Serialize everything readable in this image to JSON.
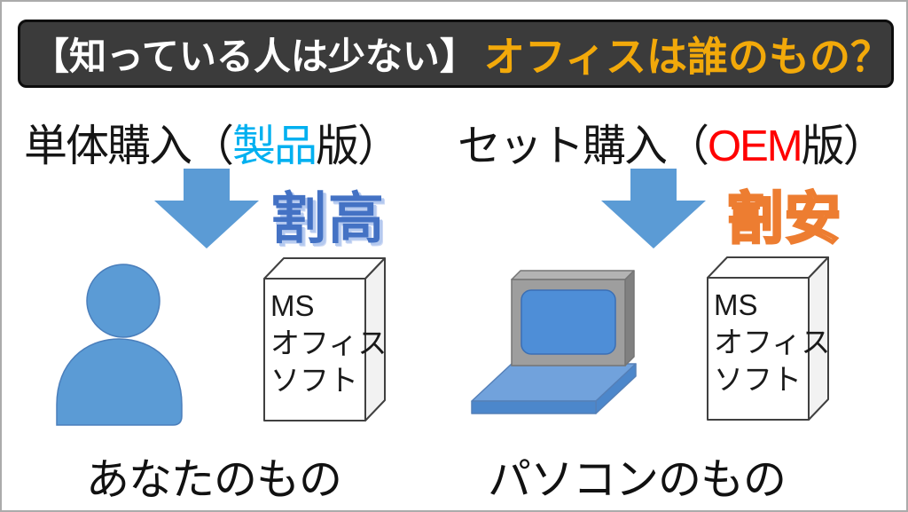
{
  "header": {
    "prefix": "【知っている人は少ない】",
    "title": "オフィスは誰のもの？",
    "bg_color": "#3b3b3b",
    "prefix_color": "#ffffff",
    "title_color": "#f2a90a"
  },
  "left": {
    "heading_pre": "単体購入（",
    "heading_highlight": "製品",
    "heading_post": "版）",
    "highlight_color": "#00b0f0",
    "price_label": "割高",
    "price_color": "#4472c4",
    "owner_label": "あなたのもの",
    "box_line1": "MS",
    "box_line2": "オフィス",
    "box_line3": "ソフト"
  },
  "right": {
    "heading_pre": "セット購入（",
    "heading_highlight": "OEM",
    "heading_post": "版）",
    "highlight_color": "#ff0000",
    "price_label": "割安",
    "price_color": "#ed7d31",
    "owner_label": "パソコンのもの",
    "box_line1": "MS",
    "box_line2": "オフィス",
    "box_line3": "ソフト"
  },
  "colors": {
    "arrow_blue": "#5b9bd5",
    "person_blue": "#5b9bd5",
    "laptop_screen_blue": "#4e8ed7",
    "laptop_keyboard_blue": "#71a2dc",
    "monitor_gray": "#9e9e9e",
    "canvas_border": "#ababab"
  }
}
